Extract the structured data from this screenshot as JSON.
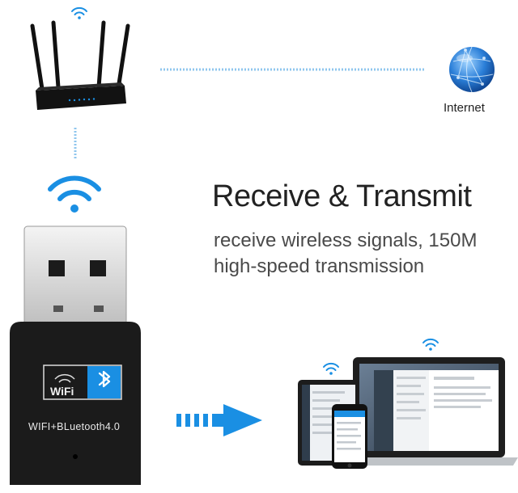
{
  "headline": "Receive & Transmit",
  "subline": "receive wireless signals, 150M high-speed transmission",
  "internet_label": "Internet",
  "dongle": {
    "wifi_badge": "WiFi",
    "model_text": "WIFI+BLuetooth4.0"
  },
  "colors": {
    "accent_blue": "#1a8fe3",
    "dongle_body": "#1b1b1b",
    "router_body": "#121212"
  },
  "icons": [
    "wifi-icon",
    "router-icon",
    "globe-icon",
    "bluetooth-icon",
    "arrow-right-icon",
    "laptop-icon",
    "tablet-icon",
    "phone-icon"
  ]
}
